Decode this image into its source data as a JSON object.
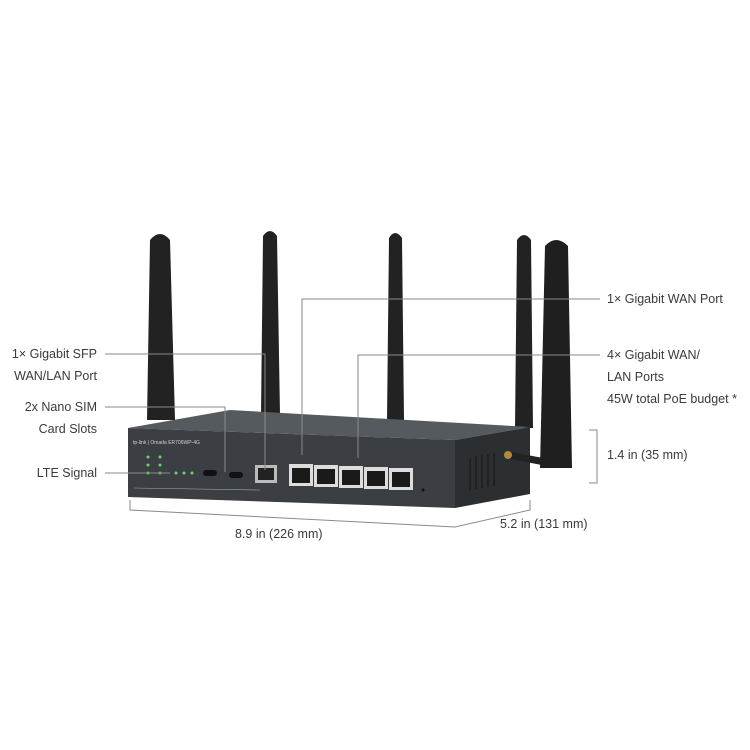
{
  "device": {
    "brand": "tp-link | Omada",
    "model": "ER706WP-4G"
  },
  "callouts": {
    "sfp": [
      "1× Gigabit SFP",
      "WAN/LAN Port"
    ],
    "sim": [
      "2x Nano SIM",
      "Card Slots"
    ],
    "lte": "LTE Signal",
    "wan": "1× Gigabit WAN Port",
    "lan": [
      "4× Gigabit WAN/",
      "LAN Ports",
      "45W total PoE budget *"
    ]
  },
  "dimensions": {
    "height": "1.4 in (35 mm)",
    "width": "8.9 in (226 mm)",
    "depth": "5.2 in (131 mm)"
  },
  "colors": {
    "body": "#3b3e42",
    "antenna": "#1f1f1f",
    "line": "#8a8a8a",
    "led": "#4caf50"
  }
}
